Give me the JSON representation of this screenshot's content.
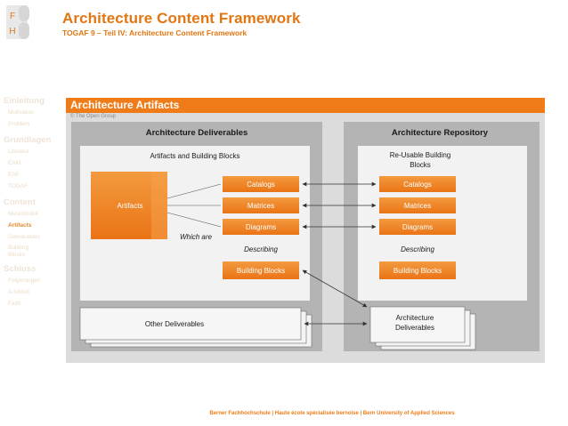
{
  "header": {
    "title": "Architecture Content Framework",
    "subtitle": "TOGAF 9 – Teil IV: Architecture Content Framework"
  },
  "logo": {
    "letters": [
      "F",
      "H"
    ]
  },
  "sidebar": {
    "sections": [
      {
        "label": "Einleitung",
        "items": [
          "Motivation",
          "Problem"
        ]
      },
      {
        "label": "Grundlagen",
        "items": [
          "Literatur",
          "EAM",
          "EAF",
          "TOGAF"
        ]
      },
      {
        "label": "Content",
        "items": [
          "Metamodell",
          "Artifacts",
          "Deliverables",
          "Building Blocks"
        ]
      },
      {
        "label": "Schluss",
        "items": [
          "Folgerungen",
          "Ausblick",
          "Fazit"
        ]
      }
    ],
    "active_item": "Artifacts"
  },
  "section": {
    "title": "Architecture Artifacts"
  },
  "figure": {
    "credit": "© The Open Group",
    "deliverables_panel": {
      "title": "Architecture Deliverables",
      "box_title": "Artifacts and Building Blocks",
      "artifacts_label": "Artifacts",
      "items": [
        "Catalogs",
        "Matrices",
        "Diagrams"
      ],
      "which_are": "Which are",
      "describing": "Describing",
      "building_blocks": "Building Blocks",
      "other_deliverables": "Other Deliverables"
    },
    "repository_panel": {
      "title": "Architecture Repository",
      "box_title_line1": "Re-Usable Building",
      "box_title_line2": "Blocks",
      "items": [
        "Catalogs",
        "Matrices",
        "Diagrams"
      ],
      "describing": "Describing",
      "building_blocks": "Building Blocks",
      "deliverables_line1": "Architecture",
      "deliverables_line2": "Deliverables"
    },
    "colors": {
      "orange": "#ee7f1e",
      "orange_light": "#f5a04a",
      "panel": "#b4b4b4",
      "box": "#f2f2f2"
    }
  },
  "footer": {
    "text": "Berner Fachhochschule | Haute école spécialisée bernoise | Bern University of Applied Sciences"
  }
}
